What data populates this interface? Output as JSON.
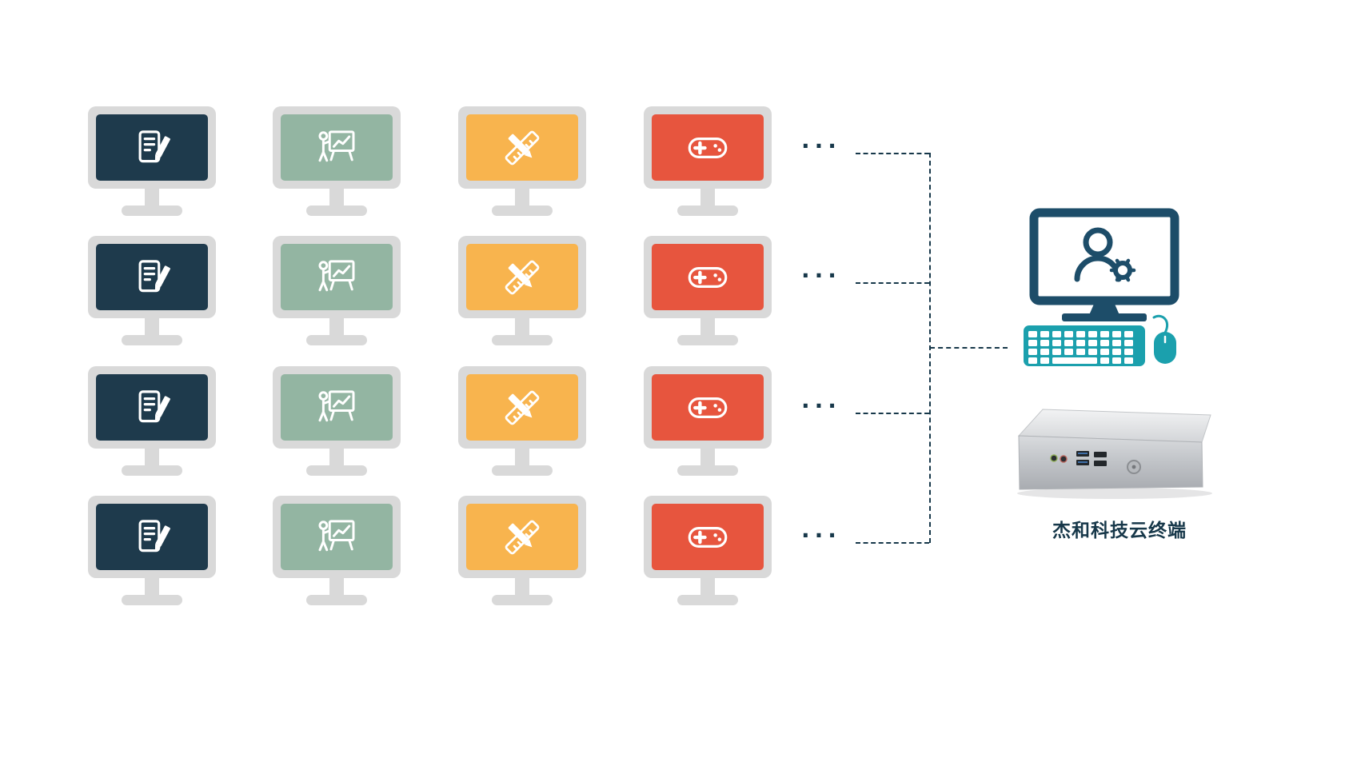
{
  "colors": {
    "background": "#ffffff",
    "line": "#17384a",
    "monitor_frame": "#d9d9d9",
    "terminal_frame": "#1d4d69",
    "terminal_accent": "#1ba0ad",
    "office_screen": "#1e3a4c",
    "presentation_screen": "#93b5a2",
    "design_screen": "#f8b44e",
    "gaming_screen": "#e7553e"
  },
  "grid": {
    "rows": 4,
    "row_ellipsis": "...",
    "icon_color": "#ffffff",
    "columns": [
      {
        "id": "office",
        "icon": "document-edit-icon",
        "screen_color": "#1e3a4c"
      },
      {
        "id": "presentation",
        "icon": "presentation-chart-icon",
        "screen_color": "#93b5a2"
      },
      {
        "id": "design",
        "icon": "ruler-pencil-icon",
        "screen_color": "#f8b44e"
      },
      {
        "id": "gaming",
        "icon": "gamepad-icon",
        "screen_color": "#e7553e"
      }
    ]
  },
  "terminal": {
    "label": "杰和科技云终端",
    "screen_icon": "user-gear-icon"
  }
}
